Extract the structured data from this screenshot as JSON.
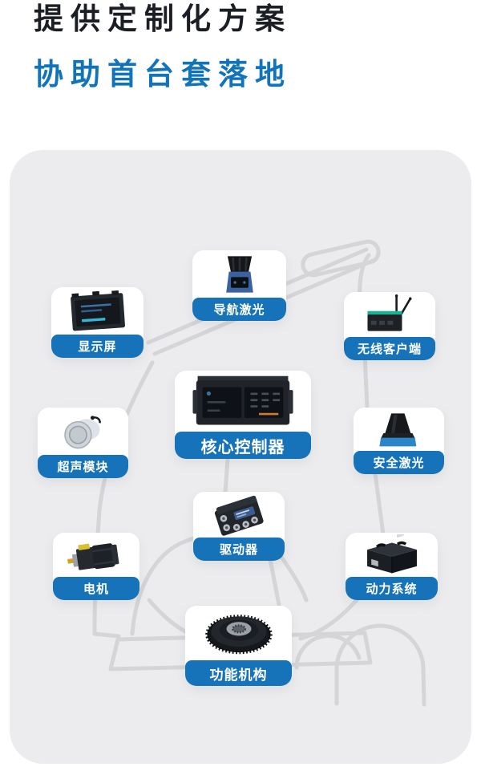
{
  "title": {
    "line1": "提供定制化方案",
    "line2": "协助首台套落地"
  },
  "colors": {
    "accent_blue": "#1173b9",
    "title_dark": "#1b1e25",
    "panel_background": "#ececee",
    "sketch_line": "#d5d5d8",
    "card_background": "#ffffff",
    "label_background": "#1673ba",
    "label_text": "#ffffff"
  },
  "diagram": {
    "description_icons": "component photos arranged around robot outline sketch",
    "cards": [
      {
        "id": "nav-laser",
        "label": "导航激光",
        "icon": "navigation-lidar-icon"
      },
      {
        "id": "display",
        "label": "显示屏",
        "icon": "display-screen-icon"
      },
      {
        "id": "wireless-client",
        "label": "无线客户端",
        "icon": "wireless-router-icon"
      },
      {
        "id": "core-controller",
        "label": "核心控制器",
        "icon": "controller-box-icon",
        "primary": true
      },
      {
        "id": "ultrasonic",
        "label": "超声模块",
        "icon": "ultrasonic-sensor-icon"
      },
      {
        "id": "safety-laser",
        "label": "安全激光",
        "icon": "safety-lidar-icon"
      },
      {
        "id": "driver",
        "label": "驱动器",
        "icon": "motor-driver-icon"
      },
      {
        "id": "motor",
        "label": "电机",
        "icon": "motor-icon"
      },
      {
        "id": "power-system",
        "label": "动力系统",
        "icon": "battery-pack-icon"
      },
      {
        "id": "function-mechanism",
        "label": "功能机构",
        "icon": "brush-disc-icon"
      }
    ]
  }
}
